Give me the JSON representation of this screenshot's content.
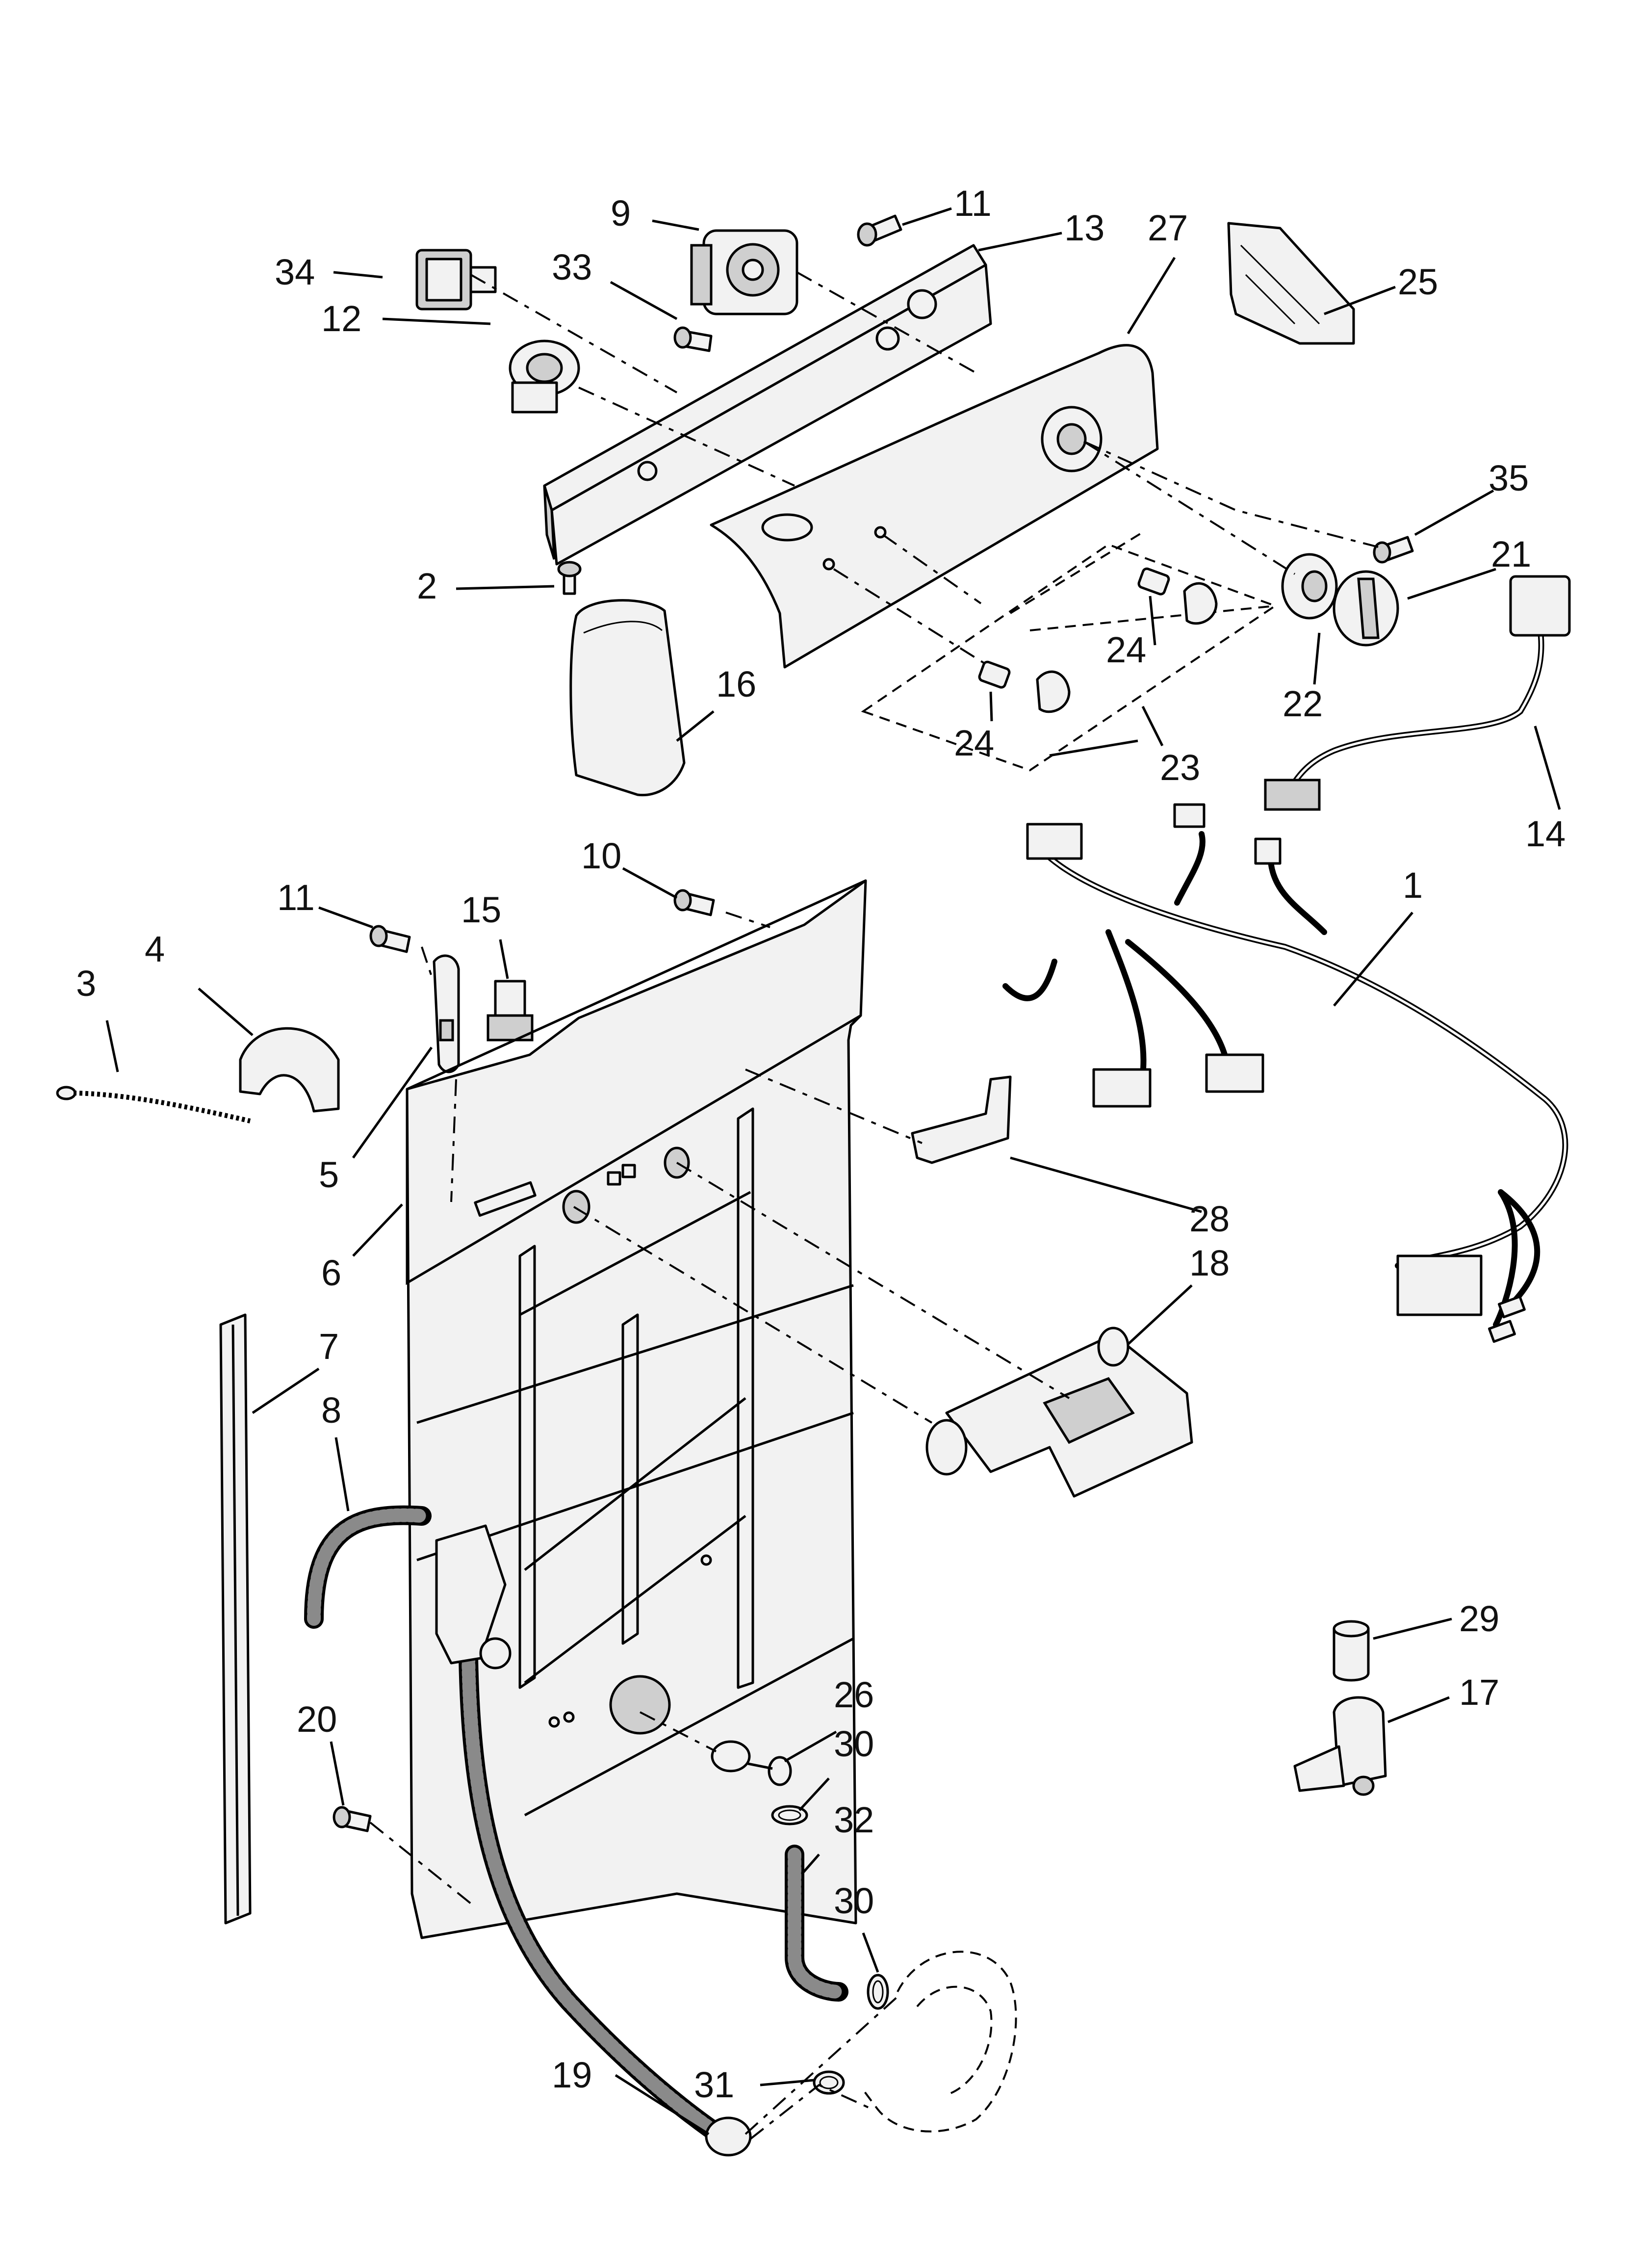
{
  "callouts": [
    {
      "id": "c1",
      "label": "1"
    },
    {
      "id": "c2",
      "label": "2"
    },
    {
      "id": "c3",
      "label": "3"
    },
    {
      "id": "c4",
      "label": "4"
    },
    {
      "id": "c5",
      "label": "5"
    },
    {
      "id": "c6",
      "label": "6"
    },
    {
      "id": "c7",
      "label": "7"
    },
    {
      "id": "c8",
      "label": "8"
    },
    {
      "id": "c9",
      "label": "9"
    },
    {
      "id": "c10",
      "label": "10"
    },
    {
      "id": "c11a",
      "label": "11"
    },
    {
      "id": "c11b",
      "label": "11"
    },
    {
      "id": "c12",
      "label": "12"
    },
    {
      "id": "c13",
      "label": "13"
    },
    {
      "id": "c14",
      "label": "14"
    },
    {
      "id": "c15",
      "label": "15"
    },
    {
      "id": "c16",
      "label": "16"
    },
    {
      "id": "c17",
      "label": "17"
    },
    {
      "id": "c18",
      "label": "18"
    },
    {
      "id": "c19",
      "label": "19"
    },
    {
      "id": "c20",
      "label": "20"
    },
    {
      "id": "c21",
      "label": "21"
    },
    {
      "id": "c22",
      "label": "22"
    },
    {
      "id": "c23",
      "label": "23"
    },
    {
      "id": "c24a",
      "label": "24"
    },
    {
      "id": "c24b",
      "label": "24"
    },
    {
      "id": "c25",
      "label": "25"
    },
    {
      "id": "c26",
      "label": "26"
    },
    {
      "id": "c27",
      "label": "27"
    },
    {
      "id": "c28",
      "label": "28"
    },
    {
      "id": "c29",
      "label": "29"
    },
    {
      "id": "c30a",
      "label": "30"
    },
    {
      "id": "c30b",
      "label": "30"
    },
    {
      "id": "c31",
      "label": "31"
    },
    {
      "id": "c32",
      "label": "32"
    },
    {
      "id": "c33",
      "label": "33"
    },
    {
      "id": "c34",
      "label": "34"
    },
    {
      "id": "c35",
      "label": "35"
    }
  ]
}
